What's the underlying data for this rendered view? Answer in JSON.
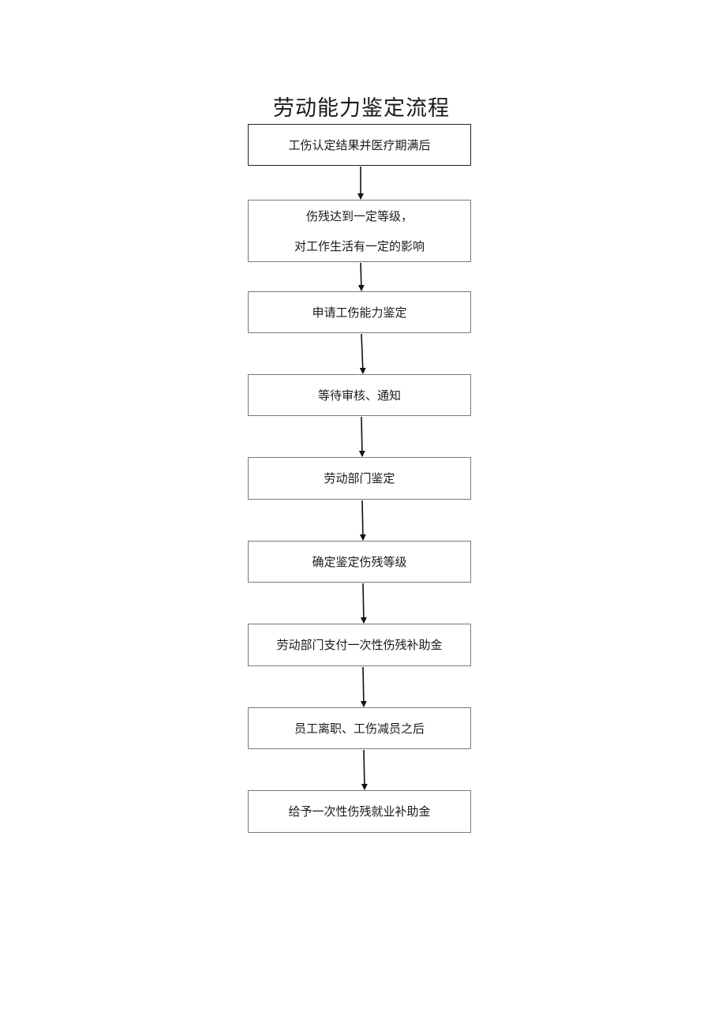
{
  "title": "劳动能力鉴定流程",
  "steps": [
    {
      "lines": [
        "工伤认定结果并医疗期满后"
      ]
    },
    {
      "lines": [
        "伤残达到一定等级，",
        "对工作生活有一定的影响"
      ]
    },
    {
      "lines": [
        "申请工伤能力鉴定"
      ]
    },
    {
      "lines": [
        "等待审核、通知"
      ]
    },
    {
      "lines": [
        "劳动部门鉴定"
      ]
    },
    {
      "lines": [
        "确定鉴定伤残等级"
      ]
    },
    {
      "lines": [
        "劳动部门支付一次性伤残补助金"
      ]
    },
    {
      "lines": [
        "员工离职、工伤减员之后"
      ]
    },
    {
      "lines": [
        "给予一次性伤残就业补助金"
      ]
    }
  ]
}
